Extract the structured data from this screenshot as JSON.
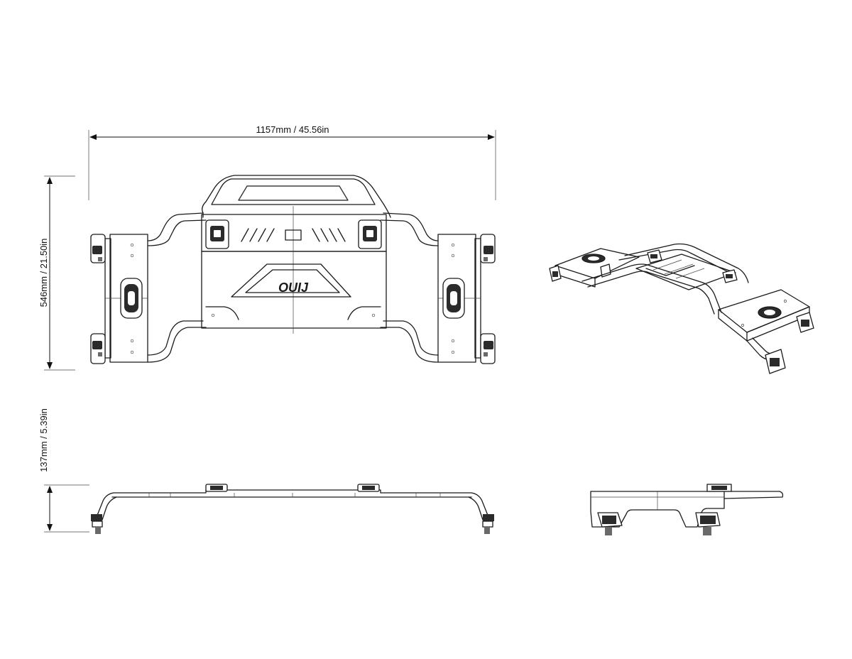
{
  "dimensions": {
    "width_label": "1157mm / 45.56in",
    "depth_label": "546mm / 21.50in",
    "height_label": "137mm / 5.39in"
  },
  "branding": {
    "logo_text": "OUIJ"
  }
}
